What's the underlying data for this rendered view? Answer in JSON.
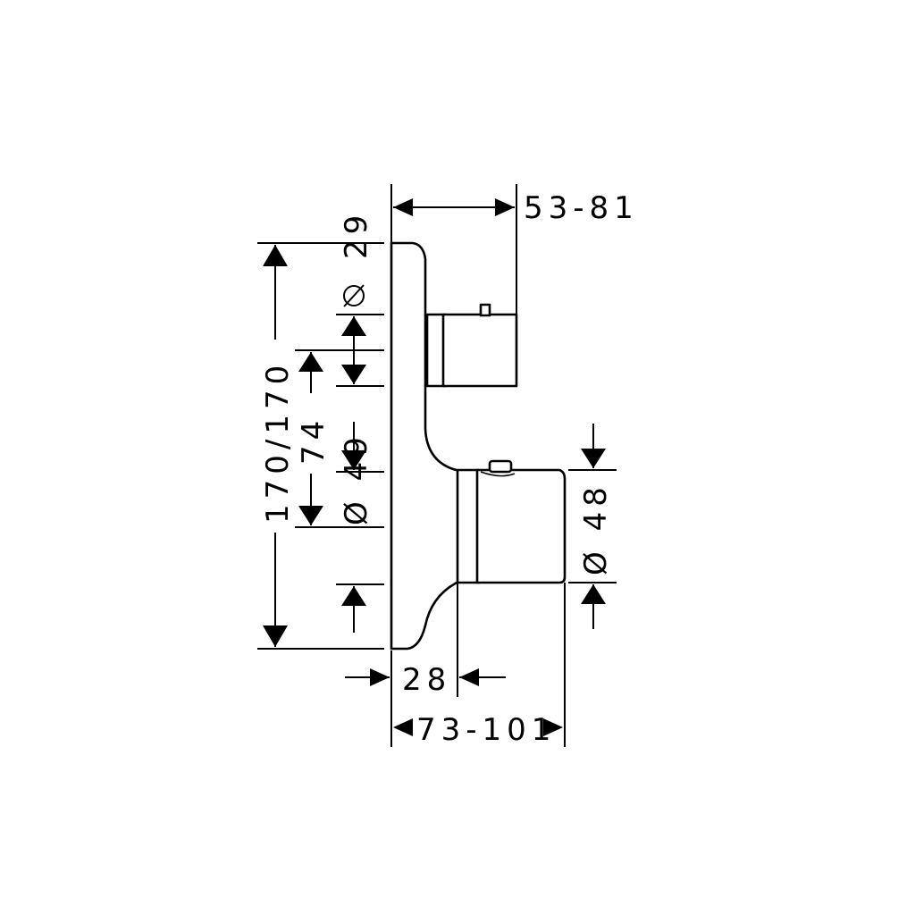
{
  "dimensions": {
    "top_depth": "53-81",
    "cover_offset_top": "29",
    "overall_height": "170/170",
    "spacing": "74",
    "upper_diameter": "Ø 49",
    "lower_diameter_value": "Ø 48",
    "plate_depth": "28",
    "bottom_depth": "73-101"
  }
}
